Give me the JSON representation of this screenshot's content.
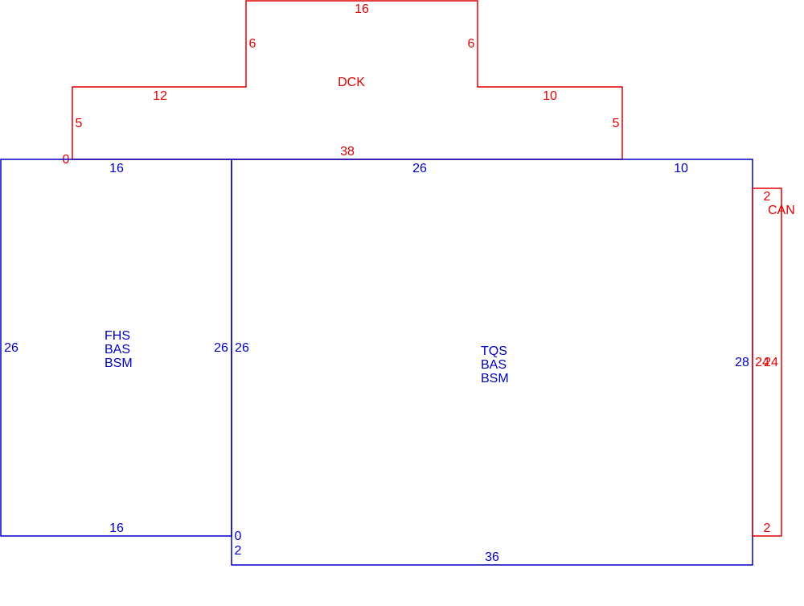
{
  "colors": {
    "structure": "#0000c0",
    "addition": "#e00000",
    "background": "#ffffff"
  },
  "dck": {
    "name": "DCK",
    "dims": {
      "top": "16",
      "step_left_rise": "6",
      "step_right_rise": "6",
      "left_run": "12",
      "right_run": "10",
      "left_side": "5",
      "right_side": "5",
      "bottom": "38",
      "corner": "0"
    }
  },
  "fhs": {
    "codes": [
      "FHS",
      "BAS",
      "BSM"
    ],
    "dims": {
      "top": "16",
      "bottom": "16",
      "left": "26",
      "right": "26"
    }
  },
  "tqs": {
    "codes": [
      "TQS",
      "BAS",
      "BSM"
    ],
    "dims": {
      "top_left": "26",
      "top_right": "10",
      "left": "26",
      "right": "28",
      "bottom": "36",
      "step_top": "0",
      "step_bottom": "2"
    }
  },
  "can": {
    "name": "CAN",
    "dims": {
      "top": "2",
      "bottom": "2",
      "left": "24",
      "right": "24"
    }
  }
}
